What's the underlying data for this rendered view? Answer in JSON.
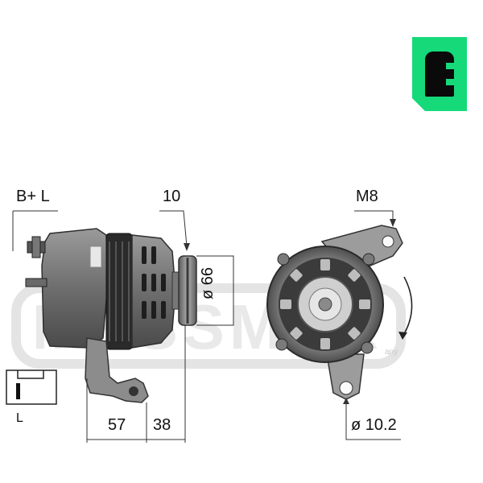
{
  "labels": {
    "b_plus_l": "B+ L",
    "belt_width": "10",
    "pulley_diameter": "ø 66",
    "mount_screw": "M8",
    "width_a": "57",
    "width_b": "38",
    "bore_diameter": "ø 10.2",
    "connector_pin": "L"
  },
  "watermark": {
    "text": "MESSMER",
    "suffix": "any"
  },
  "colors": {
    "brand_green": "#16d97a",
    "ink": "#111111",
    "metal_dark": "#3a3a3a",
    "metal_mid": "#7a7a7a",
    "metal_light": "#c8c8c8"
  },
  "icons": {
    "logo": "era-logo-icon",
    "rotation": "rotation-arrow-icon",
    "connector": "plug-connector-icon"
  }
}
